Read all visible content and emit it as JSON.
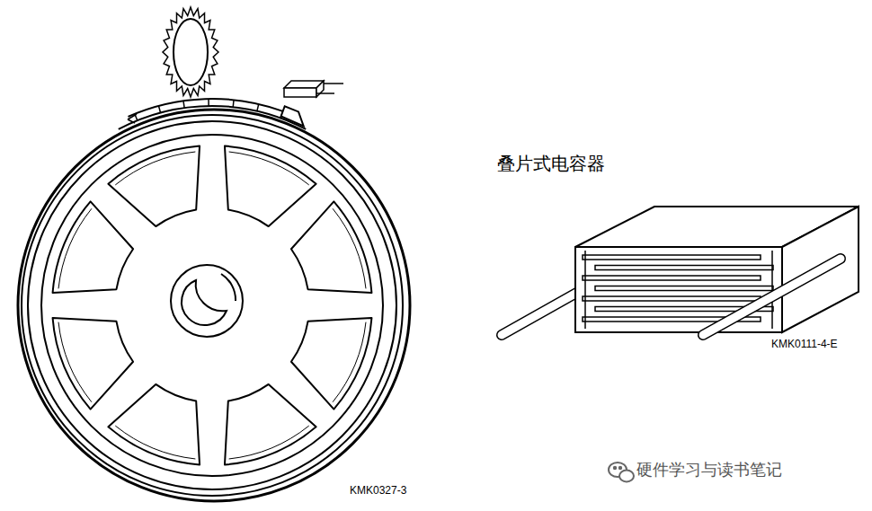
{
  "diagram": {
    "labels": [
      "叠片式电容器",
      "KMK0111-4-E",
      "KMK0327-3",
      "硬件学习与读书笔记"
    ]
  }
}
